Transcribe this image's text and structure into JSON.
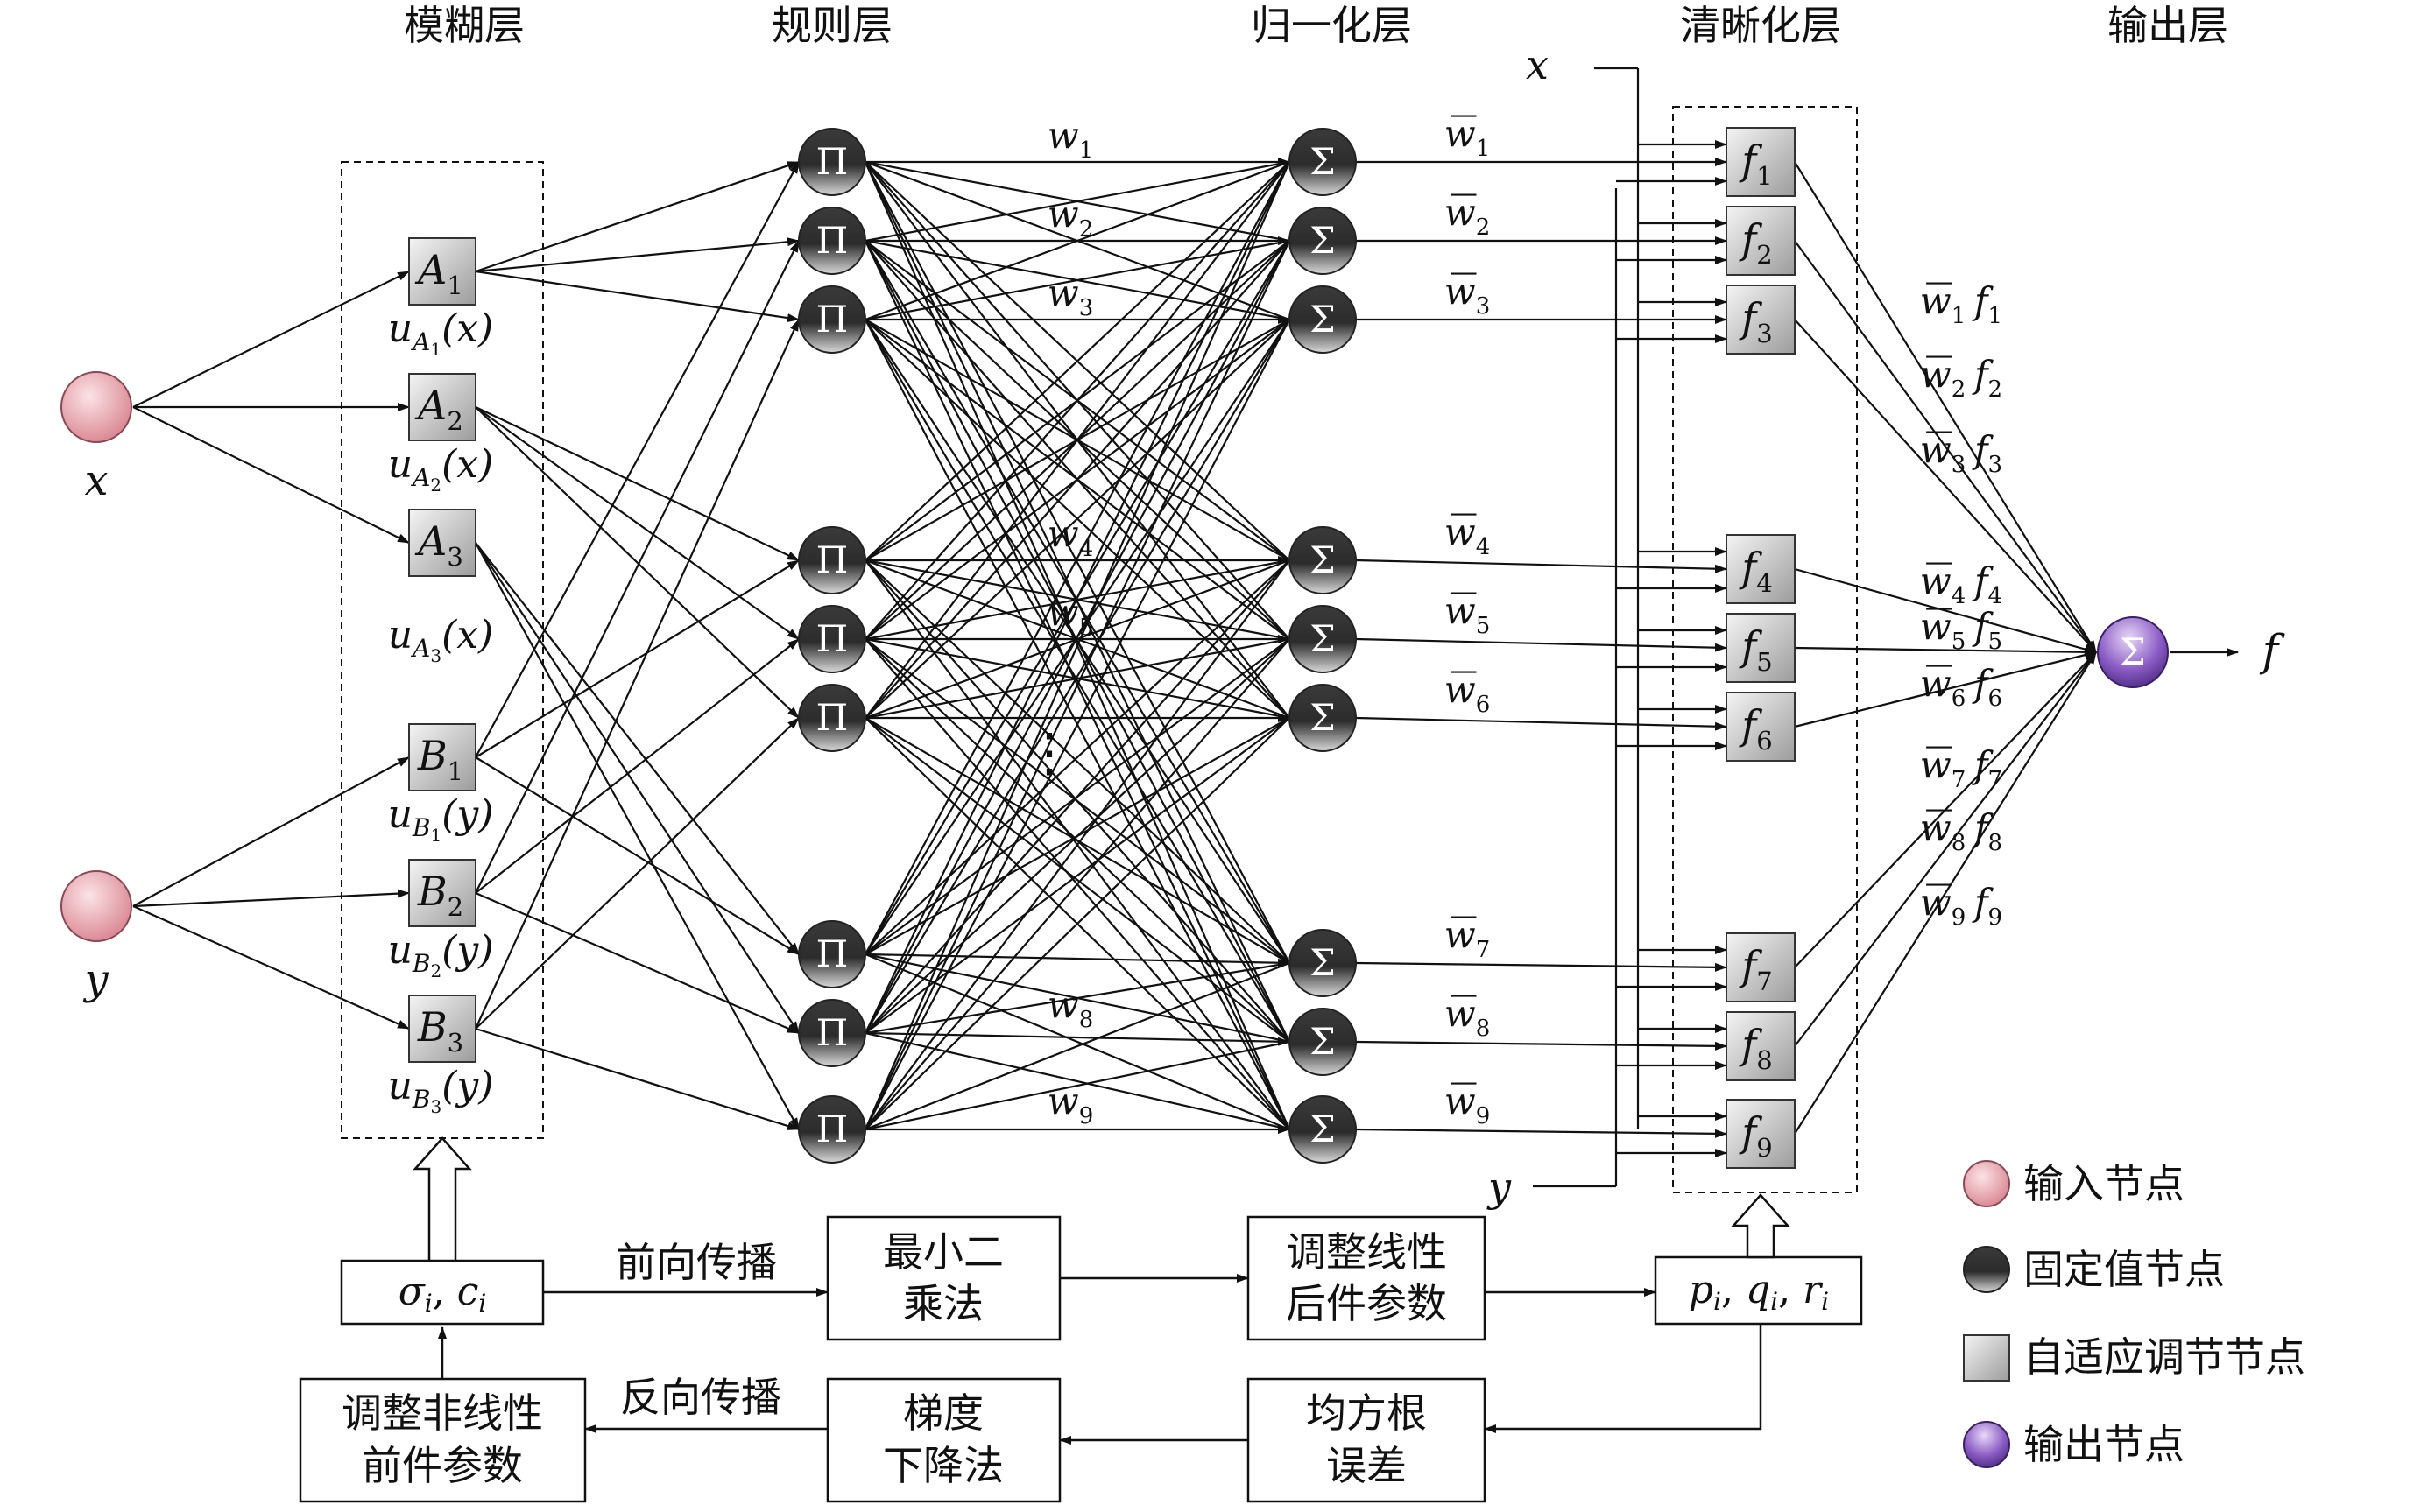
{
  "layers": {
    "fuzzy": "模糊层",
    "rule": "规则层",
    "normalize": "归一化层",
    "defuzzify": "清晰化层",
    "output": "输出层"
  },
  "inputs": {
    "x": "x",
    "y": "y"
  },
  "fuzzy_nodes": [
    {
      "letter": "A",
      "sub": "1",
      "mf_base": "u",
      "mf_sub": "A",
      "mf_sub2": "1",
      "mf_arg": "(x)"
    },
    {
      "letter": "A",
      "sub": "2",
      "mf_base": "u",
      "mf_sub": "A",
      "mf_sub2": "2",
      "mf_arg": "(x)"
    },
    {
      "letter": "A",
      "sub": "3",
      "mf_base": "u",
      "mf_sub": "A",
      "mf_sub2": "3",
      "mf_arg": "(x)"
    },
    {
      "letter": "B",
      "sub": "1",
      "mf_base": "u",
      "mf_sub": "B",
      "mf_sub2": "1",
      "mf_arg": "(y)"
    },
    {
      "letter": "B",
      "sub": "2",
      "mf_base": "u",
      "mf_sub": "B",
      "mf_sub2": "2",
      "mf_arg": "(y)"
    },
    {
      "letter": "B",
      "sub": "3",
      "mf_base": "u",
      "mf_sub": "B",
      "mf_sub2": "3",
      "mf_arg": "(y)"
    }
  ],
  "rule_symbol": "Π",
  "sum_symbol": "Σ",
  "weights": [
    "1",
    "2",
    "3",
    "4",
    "5",
    "6",
    "7",
    "8",
    "9"
  ],
  "weight_base": "w",
  "ellipsis": "⋮",
  "consequent_base": "f",
  "defuzz_x": "x",
  "defuzz_y": "y",
  "output_label": "f",
  "training": {
    "premise_params": "σ",
    "premise_params_sub": "i",
    "premise_params_c": "c",
    "forward": "前向传播",
    "least_squares_1": "最小二",
    "least_squares_2": "乘法",
    "adjust_linear_1": "调整线性",
    "adjust_linear_2": "后件参数",
    "consequent_params_p": "p",
    "consequent_params_q": "q",
    "consequent_params_r": "r",
    "rmse_1": "均方根",
    "rmse_2": "误差",
    "gd_1": "梯度",
    "gd_2": "下降法",
    "backward": "反向传播",
    "adjust_nonlinear_1": "调整非线性",
    "adjust_nonlinear_2": "前件参数"
  },
  "legend": [
    {
      "label": "输入节点",
      "icon": "pink-circle-icon"
    },
    {
      "label": "固定值节点",
      "icon": "dark-circle-icon"
    },
    {
      "label": "自适应调节节点",
      "icon": "gray-square-icon"
    },
    {
      "label": "输出节点",
      "icon": "purple-circle-icon"
    }
  ],
  "colors": {
    "input_node": "#e9a9b0",
    "fixed_node": "#3a3a3a",
    "adaptive_node": "#c8c8c8",
    "output_node": "#6a3fa0"
  }
}
